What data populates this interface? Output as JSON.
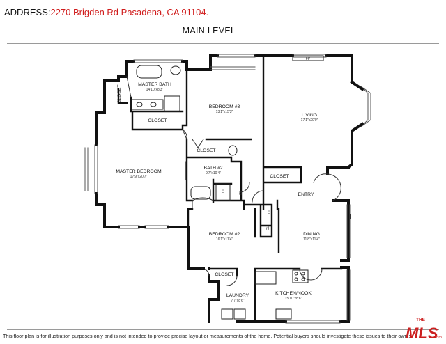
{
  "header": {
    "address_label": "ADDRESS:",
    "address_value": "2270 Brigden Rd Pasadena, CA 91104.",
    "level_title": "MAIN LEVEL",
    "address_color": "#d01c1c"
  },
  "rooms": {
    "master_bath": {
      "name": "MASTER BATH",
      "dim": "14'10\"x8'3\""
    },
    "closet_left": {
      "name": "CLOSET"
    },
    "closet_mb": {
      "name": "CLOSET"
    },
    "bedroom3": {
      "name": "BEDROOM #3",
      "dim": "13'1\"x15'3\""
    },
    "closet_b3": {
      "name": "CLOSET"
    },
    "living": {
      "name": "LIVING",
      "dim": "17'1\"x20'0\""
    },
    "fp": {
      "name": "FP"
    },
    "master_bedroom": {
      "name": "MASTER BEDROOM",
      "dim": "17'9\"x20'7\""
    },
    "bath2": {
      "name": "BATH #2",
      "dim": "9'7\"x10'4\""
    },
    "closet_living": {
      "name": "CLOSET"
    },
    "entry": {
      "name": "ENTRY"
    },
    "bedroom2": {
      "name": "BEDROOM #2",
      "dim": "16'1\"x11'4\""
    },
    "dining": {
      "name": "DINING",
      "dim": "11'8\"x11'4\""
    },
    "closet_laundry": {
      "name": "CLOSET"
    },
    "laundry": {
      "name": "LAUNDRY",
      "dim": "7'7\"x8'6\""
    },
    "kitchen": {
      "name": "KITCHEN/NOOK",
      "dim": "15'10\"x8'6\""
    },
    "cl1": {
      "name": "CL"
    },
    "cl2": {
      "name": "CL"
    },
    "cl3": {
      "name": "CL"
    },
    "cl4": {
      "name": "CL"
    }
  },
  "footer": {
    "disclaimer": "This floor plan is for illustration purposes only and is not intended to provide precise layout or measurements of the home. Potential buyers should investigate these issues to their own s"
  },
  "logo": {
    "top": "THE",
    "main": "MLS",
    "suffix": ".com",
    "color": "#cc1f1f"
  }
}
